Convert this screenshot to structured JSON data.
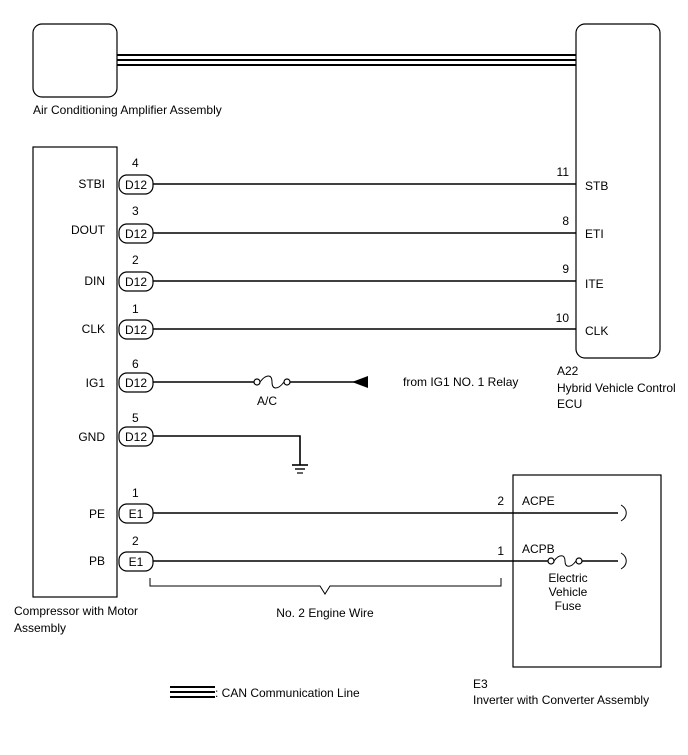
{
  "components": {
    "ac_amp": "Air Conditioning Amplifier Assembly",
    "hv_ecu_code": "A22",
    "hv_ecu_name_1": "Hybrid Vehicle Control",
    "hv_ecu_name_2": "ECU",
    "compressor_1": "Compressor with Motor",
    "compressor_2": "Assembly",
    "inverter_code": "E3",
    "inverter_name": "Inverter with Converter Assembly"
  },
  "compressor_pins": [
    {
      "label": "STBI",
      "num": "4",
      "conn": "D12"
    },
    {
      "label": "DOUT",
      "num": "3",
      "conn": "D12"
    },
    {
      "label": "DIN",
      "num": "2",
      "conn": "D12"
    },
    {
      "label": "CLK",
      "num": "1",
      "conn": "D12"
    },
    {
      "label": "IG1",
      "num": "6",
      "conn": "D12"
    },
    {
      "label": "GND",
      "num": "5",
      "conn": "D12"
    },
    {
      "label": "PE",
      "num": "1",
      "conn": "E1"
    },
    {
      "label": "PB",
      "num": "2",
      "conn": "E1"
    }
  ],
  "ecu_pins": [
    {
      "label": "STB",
      "num": "11"
    },
    {
      "label": "ETI",
      "num": "8"
    },
    {
      "label": "ITE",
      "num": "9"
    },
    {
      "label": "CLK",
      "num": "10"
    }
  ],
  "inverter_pins": [
    {
      "label": "ACPE",
      "num": "2"
    },
    {
      "label": "ACPB",
      "num": "1"
    }
  ],
  "fuses": {
    "ac": "A/C",
    "ev_1": "Electric",
    "ev_2": "Vehicle",
    "ev_3": "Fuse"
  },
  "source_label": "from IG1 NO. 1 Relay",
  "wire_harness": "No. 2 Engine Wire",
  "legend": {
    "can": ": CAN Communication Line"
  }
}
